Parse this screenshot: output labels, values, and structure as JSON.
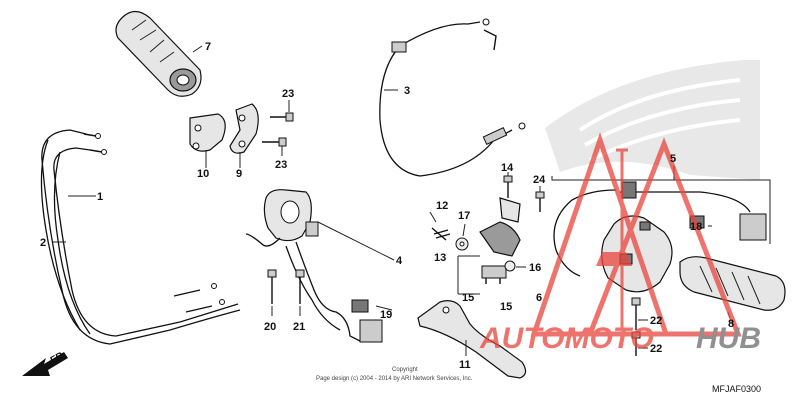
{
  "diagram": {
    "code": "MFJAF0300",
    "front_label": "FR.",
    "copyright_line1": "Copyright",
    "copyright_line2": "Page design (c) 2004 - 2014 by ARI Network Services, Inc."
  },
  "watermark": {
    "text_automoto": "AUTOMOTO",
    "text_hub": "HUB",
    "color_red": "#e8453c",
    "color_gray": "#6b6b6b"
  },
  "callouts": [
    {
      "id": "1",
      "label": "1"
    },
    {
      "id": "2",
      "label": "2"
    },
    {
      "id": "3",
      "label": "3"
    },
    {
      "id": "4",
      "label": "4"
    },
    {
      "id": "5",
      "label": "5"
    },
    {
      "id": "6",
      "label": "6"
    },
    {
      "id": "7",
      "label": "7"
    },
    {
      "id": "8",
      "label": "8"
    },
    {
      "id": "9",
      "label": "9"
    },
    {
      "id": "10",
      "label": "10"
    },
    {
      "id": "11",
      "label": "11"
    },
    {
      "id": "12",
      "label": "12"
    },
    {
      "id": "13",
      "label": "13"
    },
    {
      "id": "14",
      "label": "14"
    },
    {
      "id": "15a",
      "label": "15"
    },
    {
      "id": "15b",
      "label": "15"
    },
    {
      "id": "16",
      "label": "16"
    },
    {
      "id": "17",
      "label": "17"
    },
    {
      "id": "18",
      "label": "18"
    },
    {
      "id": "19",
      "label": "19"
    },
    {
      "id": "20",
      "label": "20"
    },
    {
      "id": "21",
      "label": "21"
    },
    {
      "id": "22a",
      "label": "22"
    },
    {
      "id": "22b",
      "label": "22"
    },
    {
      "id": "23a",
      "label": "23"
    },
    {
      "id": "23b",
      "label": "23"
    },
    {
      "id": "24",
      "label": "24"
    }
  ]
}
